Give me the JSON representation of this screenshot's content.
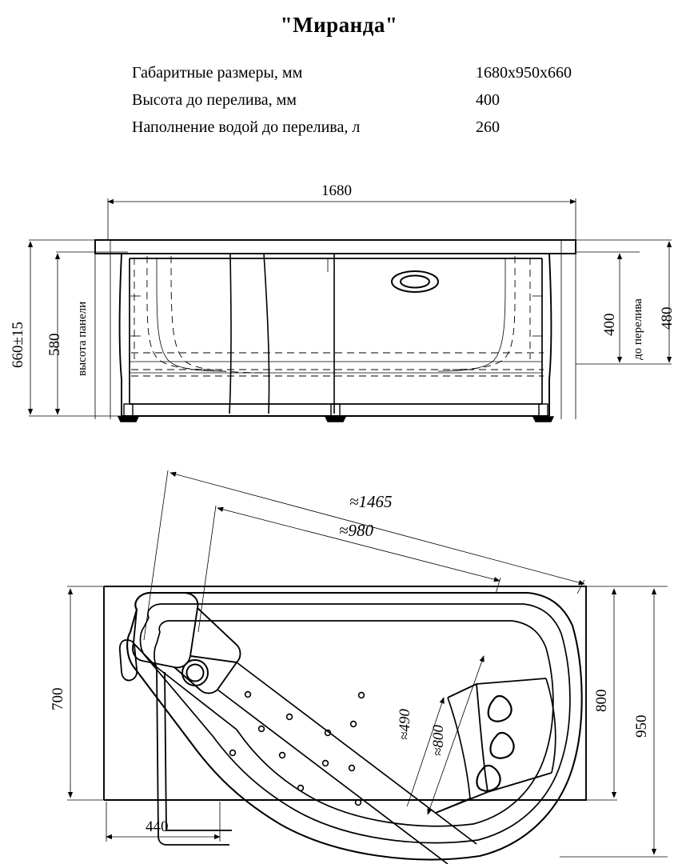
{
  "header": {
    "title": "\"Миранда\"",
    "specs": [
      {
        "label": "Габаритные размеры, мм",
        "value": "1680x950x660"
      },
      {
        "label": "Высота до перелива, мм",
        "value": "400"
      },
      {
        "label": "Наполнение водой до перелива, л",
        "value": "260"
      }
    ]
  },
  "elevation": {
    "width_dim": "1680",
    "total_height_dim": "660±15",
    "panel_height_dim": "580",
    "panel_height_label": "высота панели",
    "overflow_dim": "400",
    "overflow_label": "до перелива",
    "rim_height_dim": "480"
  },
  "plan": {
    "diag_outer_dim": "≈1465",
    "diag_inner_dim": "≈980",
    "left_depth_dim": "700",
    "right_inner_dim": "800",
    "right_total_dim": "950",
    "bottom_offset_dim": "440",
    "inner_short_dim": "≈490",
    "inner_long_dim": "≈800"
  },
  "colors": {
    "line": "#000000",
    "thin": "#1a1a1a",
    "background": "#ffffff"
  },
  "chart_data": {
    "type": "table",
    "title": "\"Миранда\" — технический чертёж ванны",
    "categories": [
      "Габаритные размеры, мм",
      "Высота до перелива, мм",
      "Наполнение водой до перелива, л"
    ],
    "values": [
      "1680x950x660",
      "400",
      "260"
    ],
    "annotations": [
      "1680",
      "660±15",
      "580",
      "высота панели",
      "400",
      "до перелива",
      "480",
      "≈1465",
      "≈980",
      "700",
      "800",
      "950",
      "440",
      "≈490",
      "≈800"
    ]
  }
}
